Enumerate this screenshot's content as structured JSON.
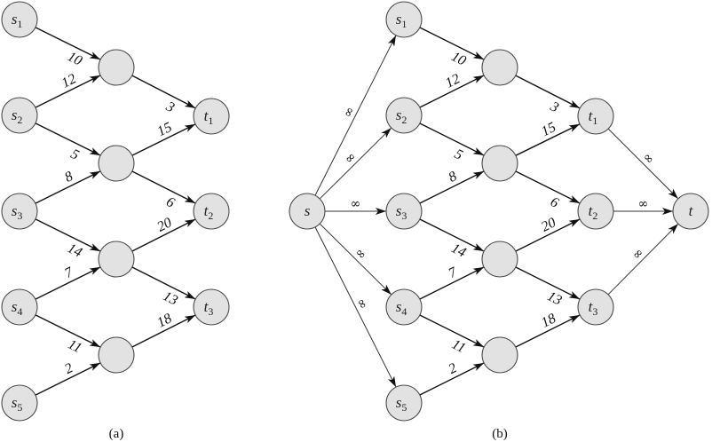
{
  "figure": {
    "panels": [
      {
        "id": "a",
        "caption": "(a)",
        "nodes": [
          {
            "id": "s1",
            "base": "s",
            "sub": "1"
          },
          {
            "id": "s2",
            "base": "s",
            "sub": "2"
          },
          {
            "id": "s3",
            "base": "s",
            "sub": "3"
          },
          {
            "id": "s4",
            "base": "s",
            "sub": "4"
          },
          {
            "id": "s5",
            "base": "s",
            "sub": "5"
          },
          {
            "id": "m1",
            "base": "",
            "sub": ""
          },
          {
            "id": "m2",
            "base": "",
            "sub": ""
          },
          {
            "id": "m3",
            "base": "",
            "sub": ""
          },
          {
            "id": "m4",
            "base": "",
            "sub": ""
          },
          {
            "id": "t1",
            "base": "t",
            "sub": "1"
          },
          {
            "id": "t2",
            "base": "t",
            "sub": "2"
          },
          {
            "id": "t3",
            "base": "t",
            "sub": "3"
          }
        ],
        "edges": [
          {
            "from": "s1",
            "to": "m1",
            "label": "10"
          },
          {
            "from": "s2",
            "to": "m1",
            "label": "12"
          },
          {
            "from": "s2",
            "to": "m2",
            "label": "5"
          },
          {
            "from": "s3",
            "to": "m2",
            "label": "8"
          },
          {
            "from": "s3",
            "to": "m3",
            "label": "14"
          },
          {
            "from": "s4",
            "to": "m3",
            "label": "7"
          },
          {
            "from": "s4",
            "to": "m4",
            "label": "11"
          },
          {
            "from": "s5",
            "to": "m4",
            "label": "2"
          },
          {
            "from": "m1",
            "to": "t1",
            "label": "3"
          },
          {
            "from": "m2",
            "to": "t1",
            "label": "15"
          },
          {
            "from": "m2",
            "to": "t2",
            "label": "6"
          },
          {
            "from": "m3",
            "to": "t2",
            "label": "20"
          },
          {
            "from": "m3",
            "to": "t3",
            "label": "13"
          },
          {
            "from": "m4",
            "to": "t3",
            "label": "18"
          }
        ]
      },
      {
        "id": "b",
        "caption": "(b)",
        "nodes": [
          {
            "id": "s",
            "base": "s",
            "sub": ""
          },
          {
            "id": "s1",
            "base": "s",
            "sub": "1"
          },
          {
            "id": "s2",
            "base": "s",
            "sub": "2"
          },
          {
            "id": "s3",
            "base": "s",
            "sub": "3"
          },
          {
            "id": "s4",
            "base": "s",
            "sub": "4"
          },
          {
            "id": "s5",
            "base": "s",
            "sub": "5"
          },
          {
            "id": "m1",
            "base": "",
            "sub": ""
          },
          {
            "id": "m2",
            "base": "",
            "sub": ""
          },
          {
            "id": "m3",
            "base": "",
            "sub": ""
          },
          {
            "id": "m4",
            "base": "",
            "sub": ""
          },
          {
            "id": "t1",
            "base": "t",
            "sub": "1"
          },
          {
            "id": "t2",
            "base": "t",
            "sub": "2"
          },
          {
            "id": "t3",
            "base": "t",
            "sub": "3"
          },
          {
            "id": "t",
            "base": "t",
            "sub": ""
          }
        ],
        "edges": [
          {
            "from": "s",
            "to": "s1",
            "label": "∞",
            "thin": true
          },
          {
            "from": "s",
            "to": "s2",
            "label": "∞",
            "thin": true
          },
          {
            "from": "s",
            "to": "s3",
            "label": "∞",
            "thin": true
          },
          {
            "from": "s",
            "to": "s4",
            "label": "∞",
            "thin": true
          },
          {
            "from": "s",
            "to": "s5",
            "label": "∞",
            "thin": true
          },
          {
            "from": "s1",
            "to": "m1",
            "label": "10"
          },
          {
            "from": "s2",
            "to": "m1",
            "label": "12"
          },
          {
            "from": "s2",
            "to": "m2",
            "label": "5"
          },
          {
            "from": "s3",
            "to": "m2",
            "label": "8"
          },
          {
            "from": "s3",
            "to": "m3",
            "label": "14"
          },
          {
            "from": "s4",
            "to": "m3",
            "label": "7"
          },
          {
            "from": "s4",
            "to": "m4",
            "label": "11"
          },
          {
            "from": "s5",
            "to": "m4",
            "label": "2"
          },
          {
            "from": "m1",
            "to": "t1",
            "label": "3"
          },
          {
            "from": "m2",
            "to": "t1",
            "label": "15"
          },
          {
            "from": "m2",
            "to": "t2",
            "label": "6"
          },
          {
            "from": "m3",
            "to": "t2",
            "label": "20"
          },
          {
            "from": "m3",
            "to": "t3",
            "label": "13"
          },
          {
            "from": "m4",
            "to": "t3",
            "label": "18"
          },
          {
            "from": "t1",
            "to": "t",
            "label": "∞",
            "thin": true
          },
          {
            "from": "t2",
            "to": "t",
            "label": "∞",
            "thin": true
          },
          {
            "from": "t3",
            "to": "t",
            "label": "∞",
            "thin": true
          }
        ]
      }
    ]
  }
}
